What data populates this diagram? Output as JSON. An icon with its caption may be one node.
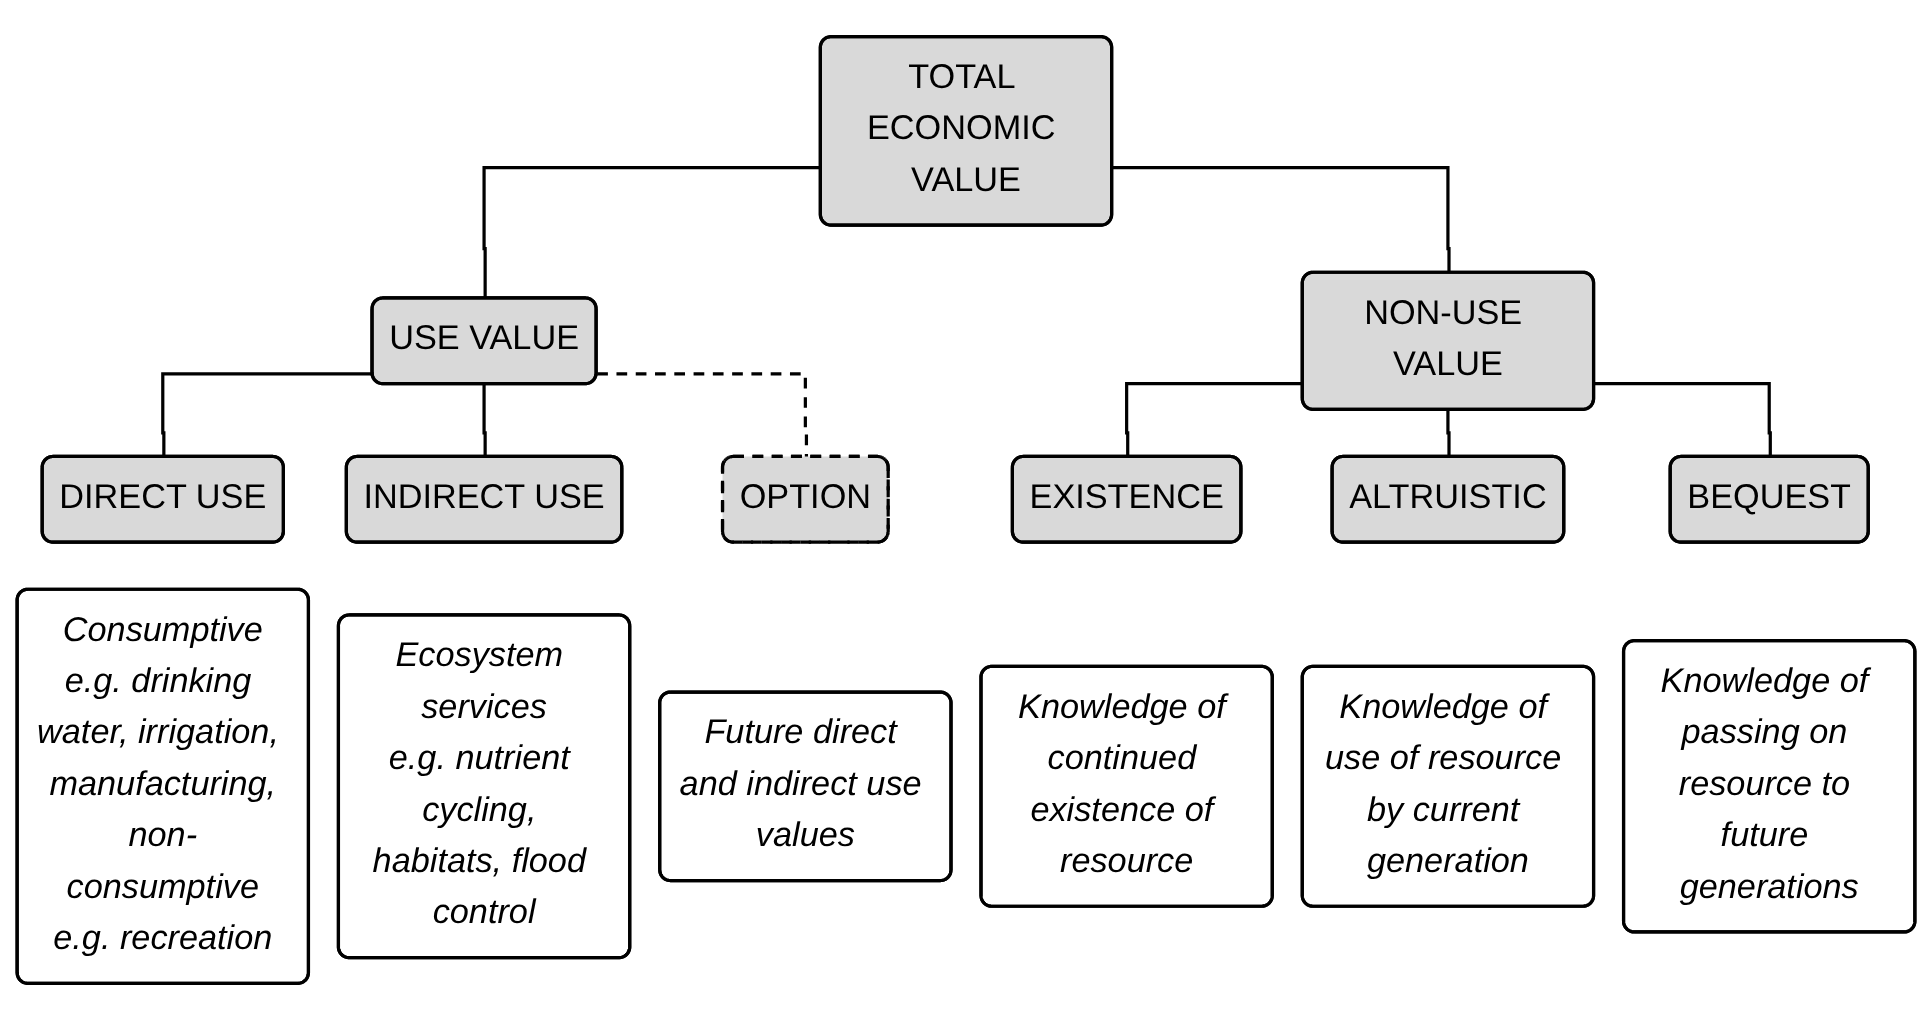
{
  "diagram": {
    "nodes": [
      {
        "text": [
          "TOTAL ECONOMIC VALUE"
        ]
      },
      {
        "text": [
          "USE VALUE"
        ]
      },
      {
        "text": [
          "NON-USE VALUE"
        ]
      },
      {
        "text": [
          "DIRECT USE"
        ]
      },
      {
        "text": [
          "INDIRECT USE"
        ]
      },
      {
        "text": [
          "OPTION"
        ]
      },
      {
        "text": [
          "EXISTENCE"
        ]
      },
      {
        "text": [
          "ALTRUISTIC"
        ]
      },
      {
        "text": [
          "BEQUEST"
        ]
      },
      {
        "text": [
          "Consumptive",
          "e.g. drinking water, irrigation, manufacturing,",
          "non-consumptive",
          "e.g. recreation"
        ]
      },
      {
        "text": [
          "Ecosystem services",
          "e.g. nutrient cycling, habitats, flood control"
        ]
      },
      {
        "text": [
          "Future direct and indirect use values"
        ]
      },
      {
        "text": [
          "Knowledge of continued existence of resource"
        ]
      },
      {
        "text": [
          "Knowledge of use of resource by current generation"
        ]
      },
      {
        "text": [
          "Knowledge of passing on resource to future generations"
        ]
      }
    ],
    "edges": [
      {
        "from": 0,
        "to": 1,
        "arrow": "none"
      },
      {
        "from": 0,
        "to": 2,
        "arrow": "none"
      },
      {
        "from": 1,
        "to": 3,
        "arrow": "none"
      },
      {
        "from": 1,
        "to": 4,
        "arrow": "none"
      },
      {
        "from": 1,
        "to": 5,
        "arrow": "none",
        "style": "dashed"
      },
      {
        "from": 2,
        "to": 6,
        "arrow": "none"
      },
      {
        "from": 2,
        "to": 7,
        "arrow": "none"
      },
      {
        "from": 2,
        "to": 8,
        "arrow": "none"
      }
    ]
  }
}
